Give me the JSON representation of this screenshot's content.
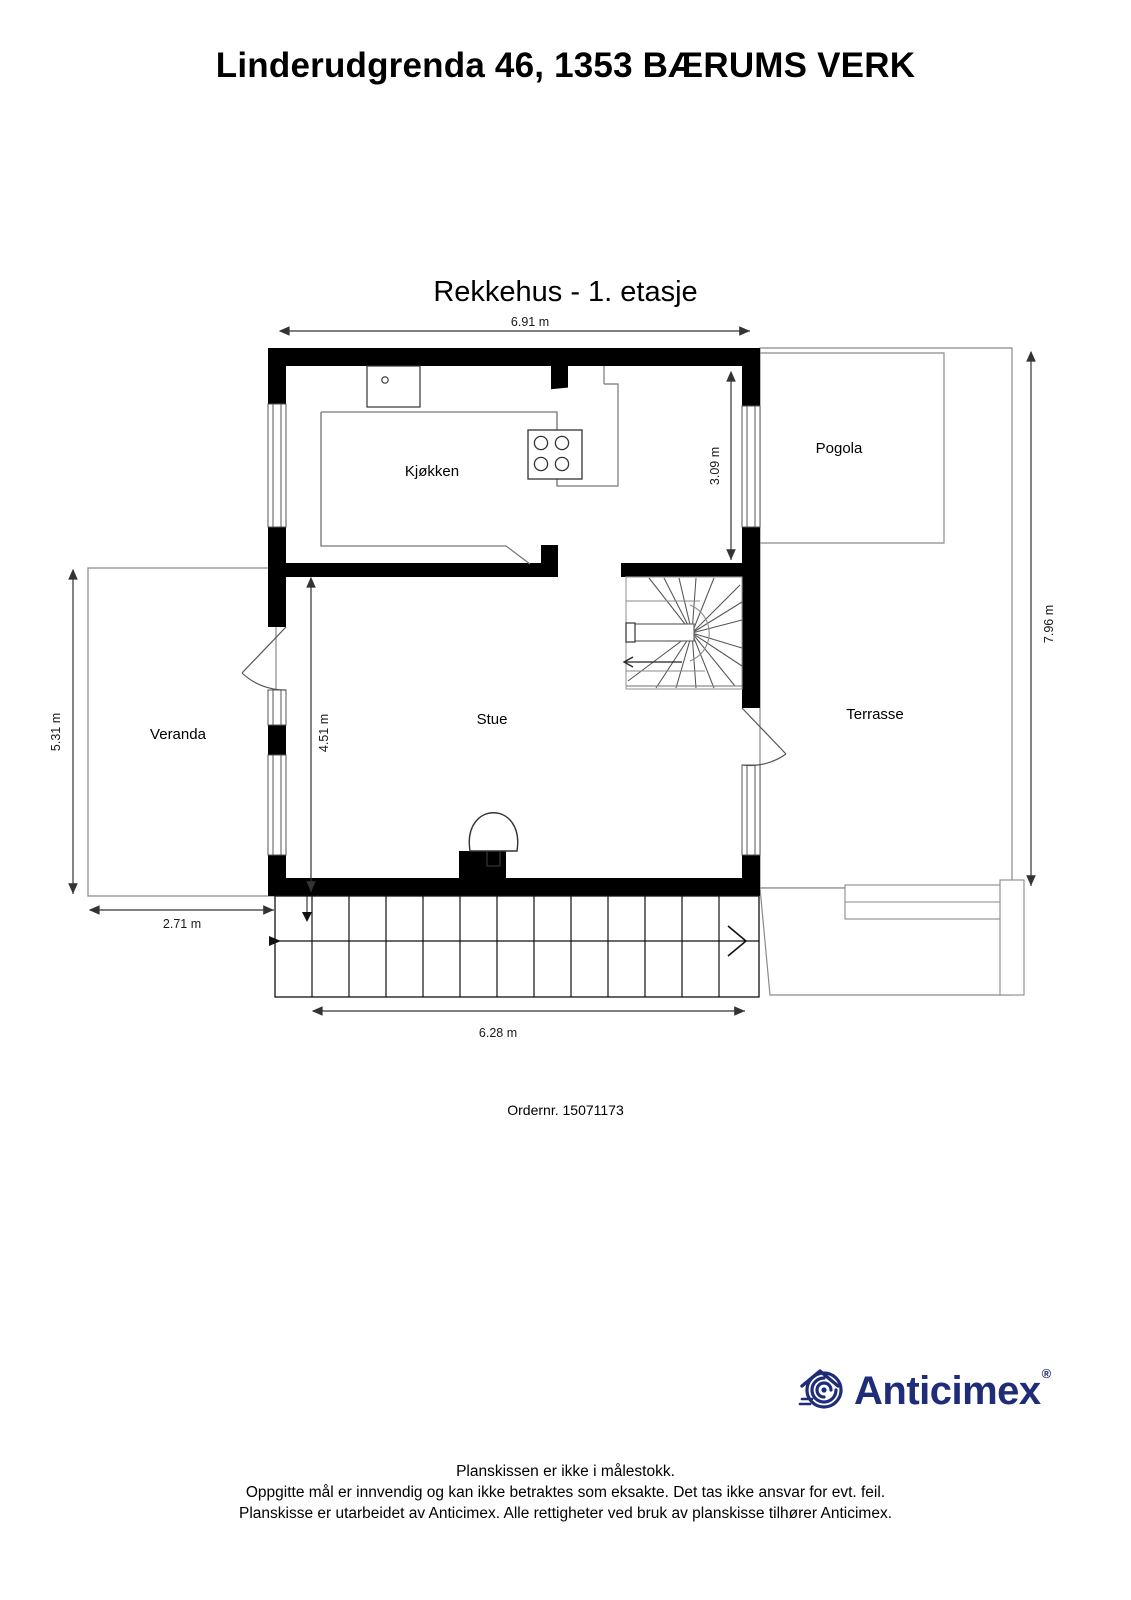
{
  "document": {
    "title": "Linderudgrenda 46, 1353 BÆRUMS VERK",
    "plan_title": "Rekkehus  - 1. etasje",
    "order_number": "Ordernr. 15071173"
  },
  "rooms": {
    "kitchen": "Kjøkken",
    "living_room": "Stue",
    "veranda": "Veranda",
    "terrace": "Terrasse",
    "pergola": "Pogola"
  },
  "dimensions": {
    "top_width": "6.91 m",
    "right_height": "7.96 m",
    "left_height": "5.31 m",
    "veranda_width": "2.71 m",
    "inner_height": "4.51 m",
    "kitchen_right_height": "3.09 m",
    "bottom_width": "6.28 m"
  },
  "logo": {
    "text": "Anticimex",
    "registered": "®",
    "color": "#1f2d78"
  },
  "footer": {
    "line1": "Planskissen er ikke i målestokk.",
    "line2": "Oppgitte mål er innvendig og kan ikke betraktes som eksakte. Det tas ikke ansvar for evt. feil.",
    "line3": "Planskisse er utarbeidet av Anticimex. Alle rettigheter ved bruk av planskisse tilhører Anticimex."
  }
}
